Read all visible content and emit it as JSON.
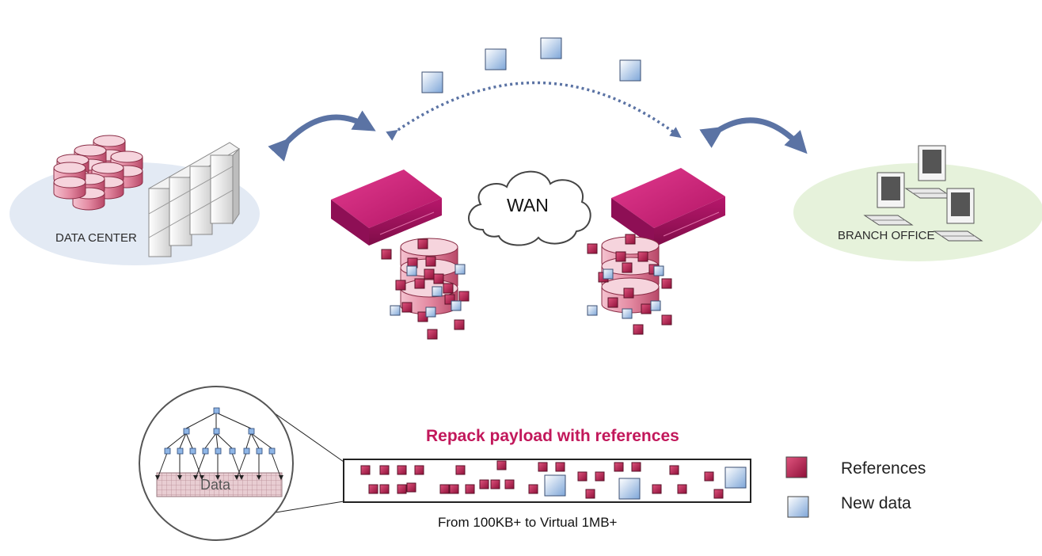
{
  "diagram": {
    "data_center_label": "DATA CENTER",
    "branch_office_label": "BRANCH OFFICE",
    "wan_label": "WAN",
    "repack_title": "Repack payload with references",
    "payload_size_text": "From 100KB+   to  Virtual 1MB+",
    "data_label": "Data"
  },
  "legend": {
    "references_label": "References",
    "new_data_label": "New data"
  },
  "colors": {
    "reference_block": "#c2185b",
    "new_data_block": "#a9c6ea",
    "appliance": "#c2187b",
    "arrow": "#5b73a4",
    "data_center_ellipse": "#e3eaf4",
    "branch_office_ellipse": "#e6f2db",
    "title_accent": "#c2185b"
  }
}
